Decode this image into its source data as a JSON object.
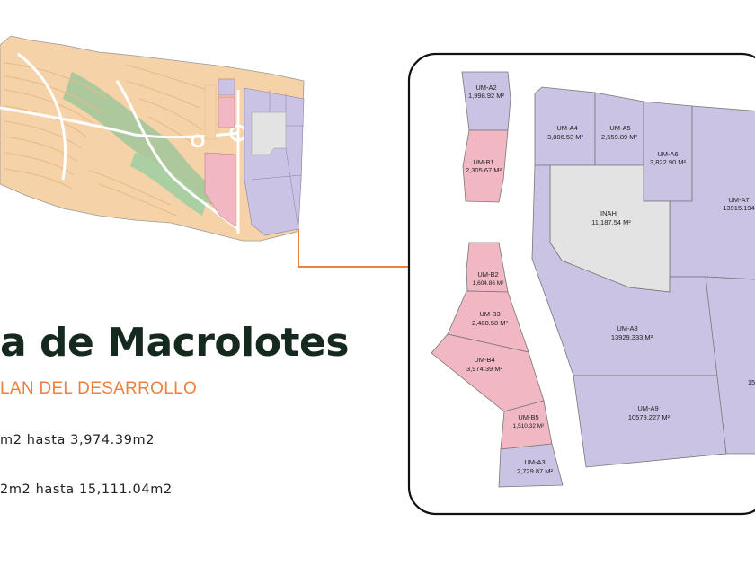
{
  "slide": {
    "title": "a de Macrolotes",
    "subtitle": "LAN DEL DESARROLLO",
    "range_commercial": "m2 hasta 3,974.39m2",
    "range_mixed": "2m2 hasta 15,111.04m2"
  },
  "colors": {
    "title": "#16291f",
    "accent_orange": "#f07f3c",
    "lot_purple": "#cbc3e3",
    "lot_pink": "#f1b8c3",
    "inah_gray": "#e3e3e3",
    "residential_tan": "#f5d2a8",
    "green_area": "#9fc79a"
  },
  "lots": {
    "um_a2": {
      "code": "UM-A2",
      "area": "1,998.92 M²"
    },
    "um_b1": {
      "code": "UM-B1",
      "area": "2,305.67 M²"
    },
    "um_a4": {
      "code": "UM-A4",
      "area": "3,806.53 M²"
    },
    "um_a5": {
      "code": "UM-A5",
      "area": "2,559.89 M²"
    },
    "um_a6": {
      "code": "UM-A6",
      "area": "3,822.90 M²"
    },
    "um_a7": {
      "code": "UM-A7",
      "area": "13915.194"
    },
    "inah": {
      "code": "INAH",
      "area": "11,187.54 M²"
    },
    "um_b2": {
      "code": "UM-B2",
      "area": "1,604.86 M²"
    },
    "um_b3": {
      "code": "UM-B3",
      "area": "2,488.58 M²"
    },
    "um_b4": {
      "code": "UM-B4",
      "area": "3,974.39 M²"
    },
    "um_b5": {
      "code": "UM-B5",
      "area": "1,510.32 M²"
    },
    "um_a3": {
      "code": "UM-A3",
      "area": "2,729.87 M²"
    },
    "um_a8": {
      "code": "UM-A8",
      "area": "13929.333 M²"
    },
    "um_a9": {
      "code": "UM-A9",
      "area": "10579.227 M²"
    },
    "partial": {
      "area": "15"
    }
  }
}
